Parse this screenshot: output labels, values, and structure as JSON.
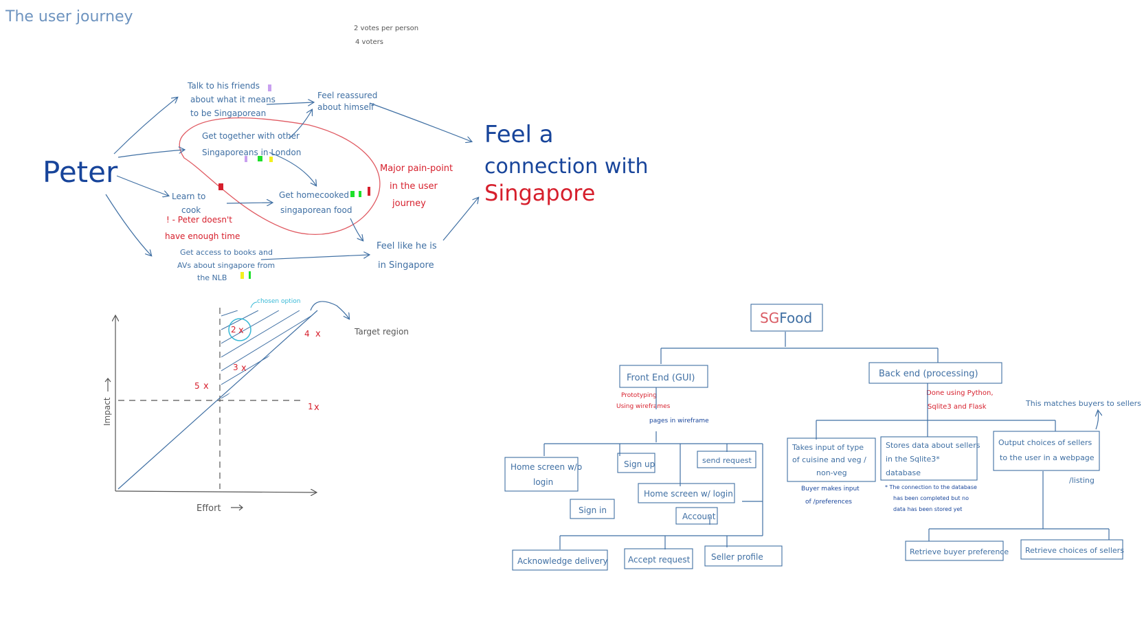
{
  "header": {
    "title": "The user journey",
    "votes_line1": "2 votes per person",
    "votes_line2": "4 voters"
  },
  "journey": {
    "persona": "Peter",
    "goal_line1": "Feel a",
    "goal_line2": "connection with",
    "goal_line3": "Singapore",
    "n1": [
      "Talk to his friends",
      "about what it means",
      "to be Singaporean"
    ],
    "n2": [
      "Get together with other",
      "Singaporeans in London"
    ],
    "n3": [
      "Learn to",
      "cook"
    ],
    "n3_note": [
      "! - Peter doesn't",
      "have enough time"
    ],
    "n4": [
      "Get access to books and",
      "AVs about singapore from",
      "the NLB"
    ],
    "n5": [
      "Feel reassured",
      "about himself"
    ],
    "n6": [
      "Get homecooked",
      "singaporean food"
    ],
    "n7": [
      "Feel like he is",
      "in Singapore"
    ],
    "pain_point": [
      "Major pain-point",
      "in the user",
      "journey"
    ],
    "colors": {
      "purple": "#c9a0f0",
      "green": "#1ee02a",
      "yellow": "#f3f01e",
      "red": "#d61f2c",
      "blue": "#3f6fa3"
    }
  },
  "matrix": {
    "y_label": "Impact",
    "x_label": "Effort",
    "chosen_option": "chosen option",
    "target_region": "Target region",
    "points": [
      "1",
      "2",
      "3",
      "4",
      "5"
    ]
  },
  "sgfood": {
    "root_a": "SG",
    "root_b": "Food",
    "frontend": "Front End (GUI)",
    "frontend_note": [
      "Prototyping",
      "Using wireframes"
    ],
    "pages_note": "pages in wireframe",
    "backend": "Back end (processing)",
    "backend_note": [
      "Done using Python,",
      "Sqlite3 and Flask"
    ],
    "matches_note": "This matches buyers to sellers",
    "home_wo": [
      "Home screen w/o",
      "login"
    ],
    "sign_up": "Sign up",
    "send_request": "send request",
    "home_w": "Home screen w/ login",
    "sign_in": "Sign in",
    "account": "Account",
    "ack": "Acknowledge delivery",
    "accept": "Accept request",
    "seller_profile": "Seller profile",
    "takes_input": [
      "Takes input of type",
      "of cuisine and veg /",
      "non-veg"
    ],
    "buyer_note": [
      "Buyer makes input",
      "of /preferences"
    ],
    "stores": [
      "Stores data about sellers",
      "in the Sqlite3*",
      "database"
    ],
    "db_note": [
      "* The connection to the database",
      "has been completed but no",
      "data has been stored yet"
    ],
    "output": [
      "Output choices of sellers",
      "to the user in a webpage"
    ],
    "listing": "/listing",
    "retrieve_pref": "Retrieve buyer preference",
    "retrieve_sellers": "Retrieve choices of sellers"
  }
}
